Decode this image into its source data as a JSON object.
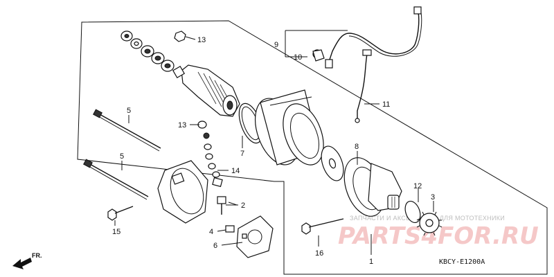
{
  "diagram": {
    "callouts": [
      {
        "id": "1",
        "text": "1"
      },
      {
        "id": "2",
        "text": "2"
      },
      {
        "id": "3",
        "text": "3"
      },
      {
        "id": "4",
        "text": "4"
      },
      {
        "id": "5a",
        "text": "5"
      },
      {
        "id": "5b",
        "text": "5"
      },
      {
        "id": "6",
        "text": "6"
      },
      {
        "id": "7",
        "text": "7"
      },
      {
        "id": "8",
        "text": "8"
      },
      {
        "id": "9",
        "text": "9"
      },
      {
        "id": "10",
        "text": "10"
      },
      {
        "id": "11",
        "text": "11"
      },
      {
        "id": "12",
        "text": "12"
      },
      {
        "id": "13a",
        "text": "13"
      },
      {
        "id": "13b",
        "text": "13"
      },
      {
        "id": "14",
        "text": "14"
      },
      {
        "id": "15",
        "text": "15"
      },
      {
        "id": "16",
        "text": "16"
      }
    ],
    "diagram_code": "KBCY-E1200A",
    "front_label": "FR.",
    "watermark": {
      "tagline": "ЗАПЧАСТИ И АКСЕССУАРЫ ДЛЯ МОТОТЕХНИКИ",
      "logo": "PARTS4FOR.RU"
    }
  }
}
